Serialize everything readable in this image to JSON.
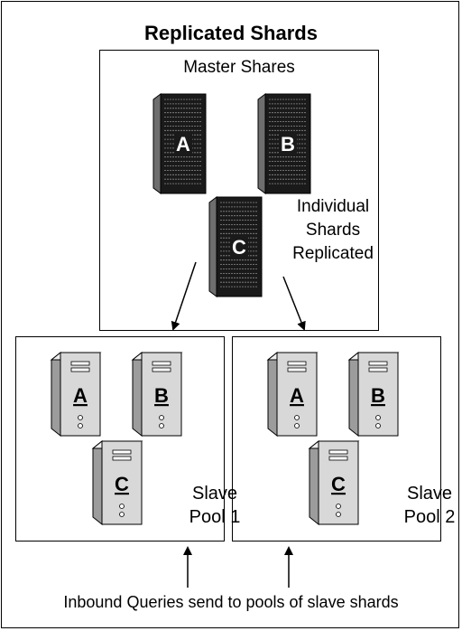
{
  "title": "Replicated Shards",
  "master": {
    "label": "Master Shares",
    "servers": [
      "A",
      "B",
      "C"
    ],
    "note": "Individual Shards Replicated"
  },
  "pools": [
    {
      "label": "Slave Pool 1",
      "servers": [
        "A",
        "B",
        "C"
      ]
    },
    {
      "label": "Slave Pool 2",
      "servers": [
        "A",
        "B",
        "C"
      ]
    }
  ],
  "footer": "Inbound Queries send to pools of slave shards",
  "colors": {
    "line": "#000000",
    "rack_body": "#1a1a1a",
    "rack_side": "#6e6e6e",
    "tower_body": "#d8d8d8",
    "tower_side": "#9c9c9c"
  },
  "icons": {
    "master_server": "rack-server-icon",
    "slave_server": "tower-server-icon"
  }
}
